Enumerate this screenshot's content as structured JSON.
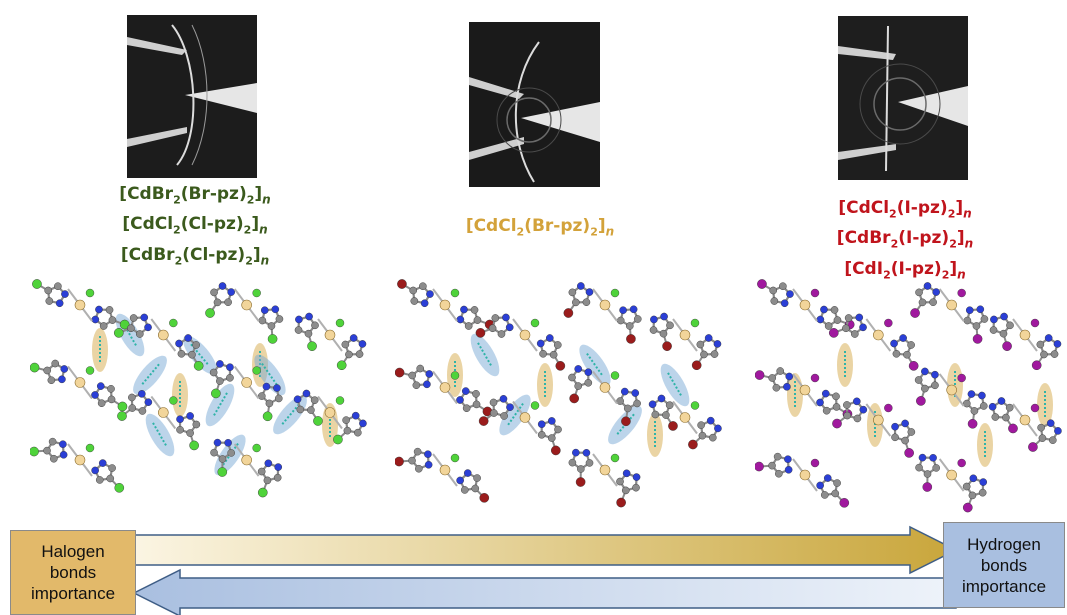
{
  "photos": [
    {
      "name": "crystal-bending-photo-1"
    },
    {
      "name": "crystal-bending-photo-2"
    },
    {
      "name": "crystal-bending-photo-3"
    }
  ],
  "formulas": {
    "left": {
      "color": "#3b5a1d",
      "lines": [
        "[CdBr2(Br-pz)2]n",
        "[CdCl2(Cl-pz)2]n",
        "[CdBr2(Cl-pz)2]n"
      ]
    },
    "middle": {
      "color": "#d3a23a",
      "lines": [
        "[CdCl2(Br-pz)2]n"
      ]
    },
    "right": {
      "color": "#c0141c",
      "lines": [
        "[CdCl2(I-pz)2]n",
        "[CdBr2(I-pz)2]n",
        "[CdI2(I-pz)2]n"
      ]
    }
  },
  "halogen_box": {
    "line1": "Halogen",
    "line2": "bonds",
    "line3": "importance",
    "color": "#e2b96a"
  },
  "hydrogen_box": {
    "line1": "Hydrogen",
    "line2": "bonds",
    "line3": "importance",
    "color": "#a9bfe0"
  },
  "colors": {
    "halogen_arrow": "#c9a63b",
    "hydrogen_arrow": "#a9bfe0",
    "halogen_bond_highlight": "#d9b15a",
    "hydrogen_bond_highlight": "#7aa9d6",
    "cadmium_atom": "#f2d59a",
    "nitrogen_atom": "#2b3fd6",
    "carbon_atom": "#8c8c8c",
    "chlorine_atom": "#4fd33a",
    "bromine_atom": "#9a1c1c",
    "iodine_atom": "#a0199e"
  }
}
